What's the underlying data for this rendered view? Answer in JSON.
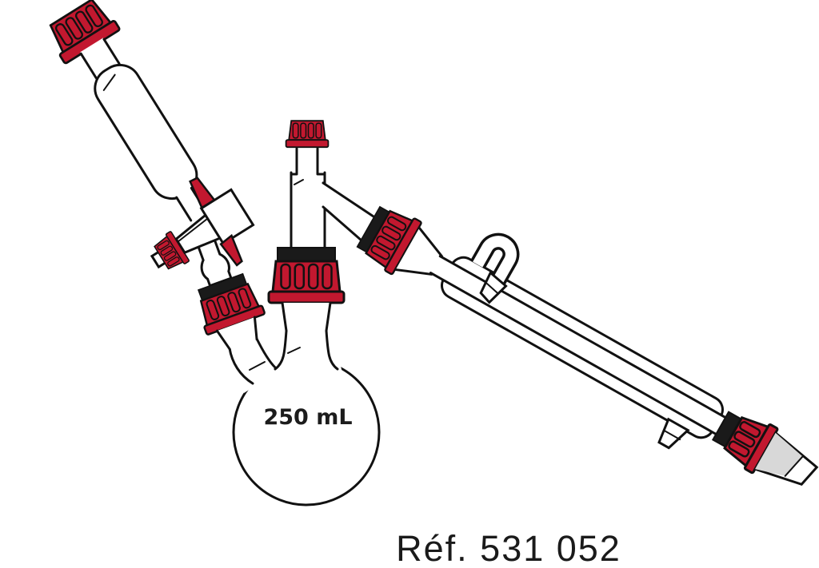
{
  "illustration": {
    "flask_capacity_label": "250 mL",
    "reference_label": "Réf. 531 052",
    "colors": {
      "screw_cap_red": "#C2182F",
      "compression_ring_black": "#1A1A1A",
      "joint_cone_gray": "#D8D8D8",
      "outline_black": "#111111",
      "glass_white": "#FFFFFF",
      "background": "#FFFFFF"
    },
    "parts": {
      "addition_funnel": "addition funnel with screw cap and stopcock",
      "flask": "two-neck round-bottom flask",
      "still_head": "distillation head with screw-cap port",
      "condenser": "condenser with hose barbs",
      "cone_joint": "conical joint adapter"
    }
  }
}
